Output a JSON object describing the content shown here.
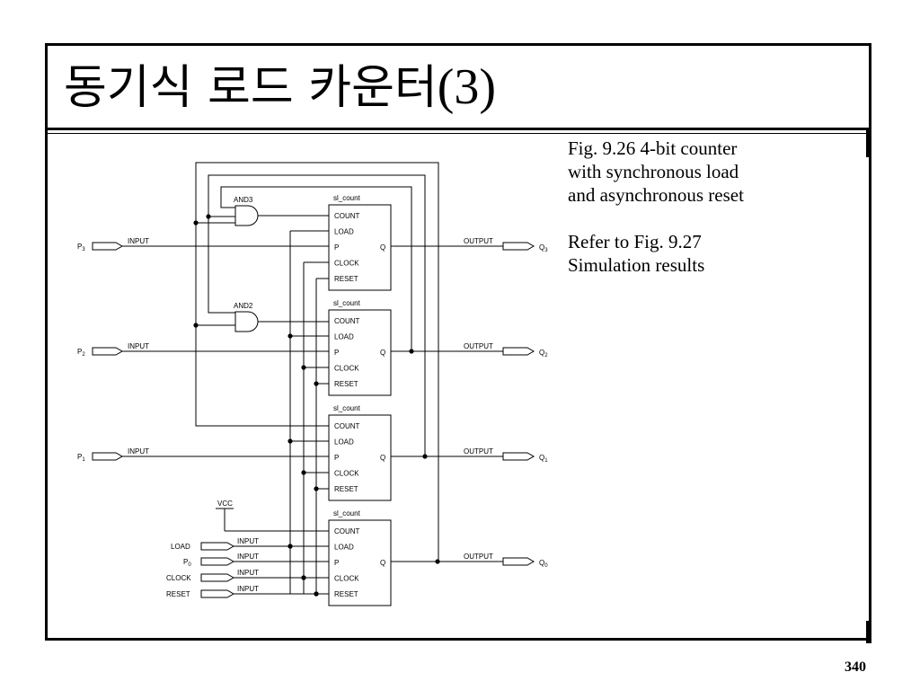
{
  "slide": {
    "title_korean": "동기식 로드 카운터",
    "title_suffix": "(3)",
    "page_number": "340"
  },
  "caption": {
    "fig_lines": [
      "Fig. 9.26 4-bit counter",
      "with synchronous load",
      "and asynchronous reset"
    ],
    "refer_lines": [
      "Refer to Fig. 9.27",
      "Simulation results"
    ]
  },
  "circuit": {
    "counter_name": "sl_count",
    "pins": {
      "count": "COUNT",
      "load": "LOAD",
      "p": "P",
      "clock": "CLOCK",
      "reset": "RESET",
      "q": "Q"
    },
    "gates": {
      "and3": "AND3",
      "and2": "AND2"
    },
    "vcc": "VCC",
    "input_label": "INPUT",
    "output_label": "OUTPUT",
    "data_inputs": [
      {
        "prefix": "P",
        "sub": "3"
      },
      {
        "prefix": "P",
        "sub": "2"
      },
      {
        "prefix": "P",
        "sub": "1"
      }
    ],
    "outputs": [
      {
        "prefix": "Q",
        "sub": "3"
      },
      {
        "prefix": "Q",
        "sub": "2"
      },
      {
        "prefix": "Q",
        "sub": "1"
      },
      {
        "prefix": "Q",
        "sub": "0"
      }
    ],
    "control_inputs": [
      {
        "name": "LOAD",
        "sub": ""
      },
      {
        "name": "P",
        "sub": "0"
      },
      {
        "name": "CLOCK",
        "sub": ""
      },
      {
        "name": "RESET",
        "sub": ""
      }
    ]
  }
}
